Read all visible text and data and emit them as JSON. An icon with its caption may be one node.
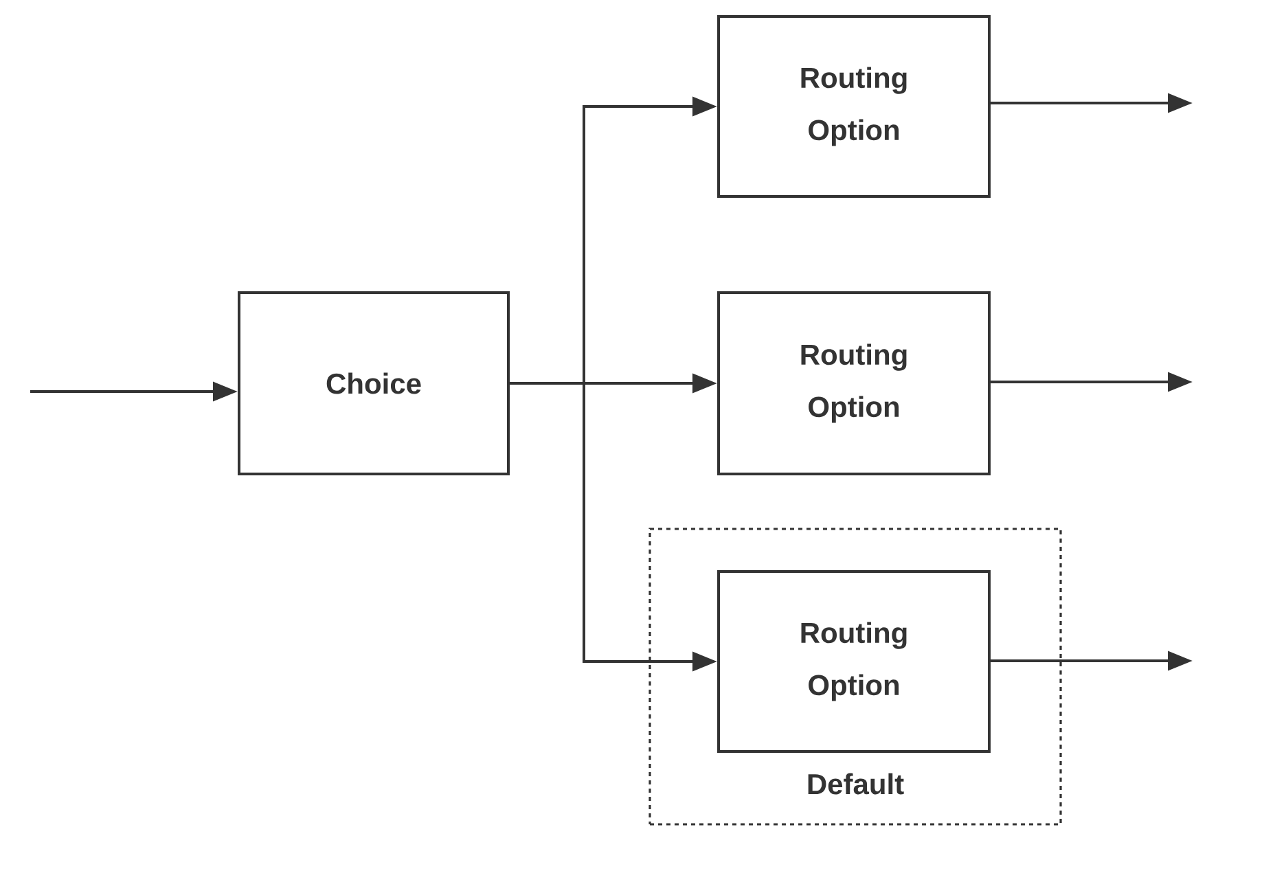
{
  "diagram": {
    "nodes": [
      {
        "text": [
          "Choice"
        ]
      },
      {
        "text": [
          "Routing Option"
        ]
      },
      {
        "text": [
          "Routing Option"
        ]
      },
      {
        "text": [
          "Default"
        ]
      },
      {
        "text": [
          "Routing Option"
        ],
        "in": 3
      }
    ],
    "edges": [
      {
        "from": null,
        "to": 0,
        "arrow": "to"
      },
      {
        "from": 0,
        "to": 1,
        "arrow": "to"
      },
      {
        "from": 0,
        "to": 2,
        "arrow": "to"
      },
      {
        "from": 0,
        "to": 4,
        "arrow": "to"
      },
      {
        "from": 1,
        "to": null,
        "arrow": "to"
      },
      {
        "from": 2,
        "to": null,
        "arrow": "to"
      },
      {
        "from": 4,
        "to": null,
        "arrow": "to"
      }
    ]
  }
}
